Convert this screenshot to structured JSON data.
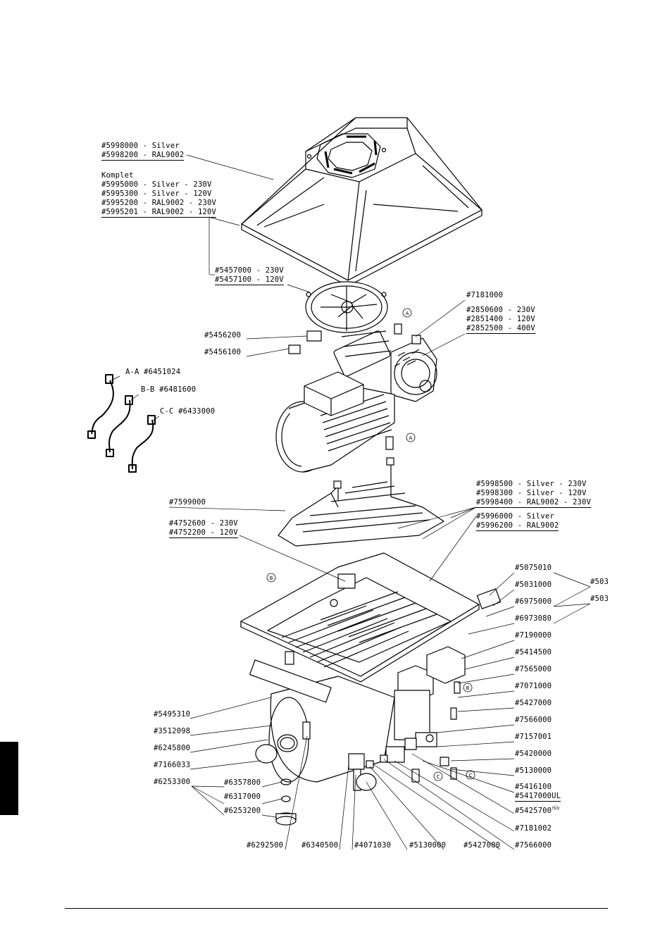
{
  "labels": {
    "hood": [
      "#5998000 - Silver",
      "#5998200 - RAL9002"
    ],
    "komplet_title": "Komplet",
    "komplet": [
      "#5995000 - Silver - 230V",
      "#5995300 - Silver - 120V",
      "#5995200 - RAL9002 - 230V",
      "#5995201 - RAL9002 - 120V"
    ],
    "fan": [
      "#5457000 - 230V",
      "#5457100 - 120V"
    ],
    "p5456200": "#5456200",
    "p5456100": "#5456100",
    "p7181000": "#7181000",
    "compressor": [
      "#2850600 - 230V",
      "#2851400 - 120V",
      "#2852500 - 400V"
    ],
    "hose_aa": "A-A #6451024",
    "hose_bb": "B-B #6481600",
    "hose_cc": "C-C #6433000",
    "p7599000": "#7599000",
    "cooler": [
      "#5998500 - Silver - 230V",
      "#5998300 - Silver - 120V",
      "#5998400 - RAL9002 - 230V"
    ],
    "tray": [
      "#5996000 - Silver",
      "#5996200 - RAL9002"
    ],
    "heater": [
      "#4752600 - 230V",
      "#4752200 - 120V"
    ],
    "right_column": [
      "#5075010",
      "#5031000",
      "#6975000",
      "#6973080",
      "#7190000",
      "#5414500",
      "#7565000",
      "#7071000",
      "#5427000",
      "#7566000",
      "#7157001",
      "#5420000",
      "#5130000"
    ],
    "p503_a": "#503",
    "p503_b": "#503",
    "p5416100": "#5416100",
    "p5417000": "#5417000UL",
    "p5425700": "#5425700",
    "p5425700_sup": "TÜV",
    "p7181002": "#7181002",
    "p7566000_b": "#7566000",
    "left_column": [
      "#5495310",
      "#3512098",
      "#6245800",
      "#7166033",
      "#6253300"
    ],
    "washers": [
      "#6357800",
      "#6317000",
      "#6253200"
    ],
    "bottom_row": [
      "#6292500",
      "#6340500",
      "#4071030",
      "#5130000",
      "#5427000"
    ],
    "markers": {
      "a": "A",
      "b": "B",
      "c": "C"
    }
  }
}
